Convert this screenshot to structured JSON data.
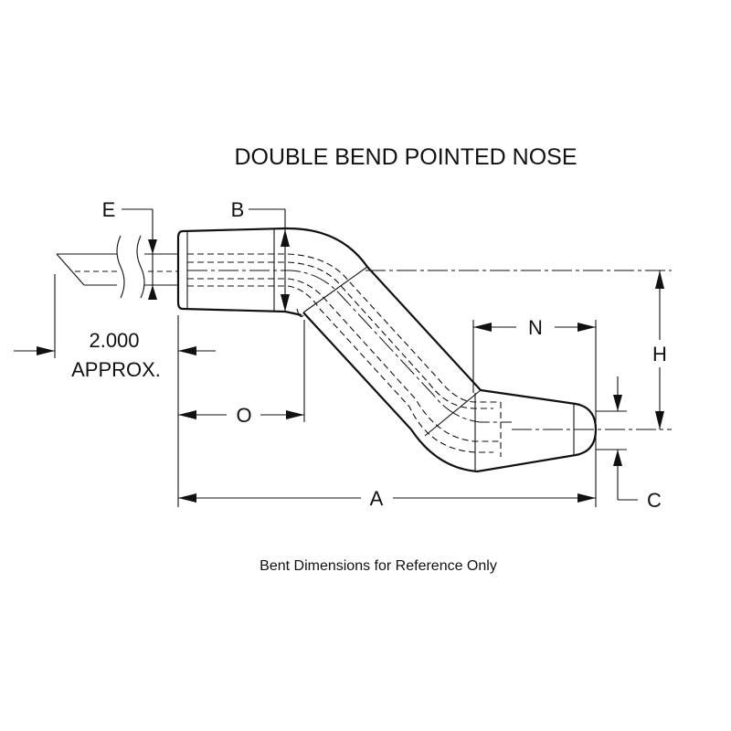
{
  "title": "DOUBLE BEND POINTED NOSE",
  "caption": "Bent Dimensions for Reference Only",
  "approx_note": {
    "line1": "2.000",
    "line2": "APPROX."
  },
  "dimension_labels": {
    "a": "A",
    "b": "B",
    "c": "C",
    "e": "E",
    "h": "H",
    "n": "N",
    "o": "O"
  }
}
